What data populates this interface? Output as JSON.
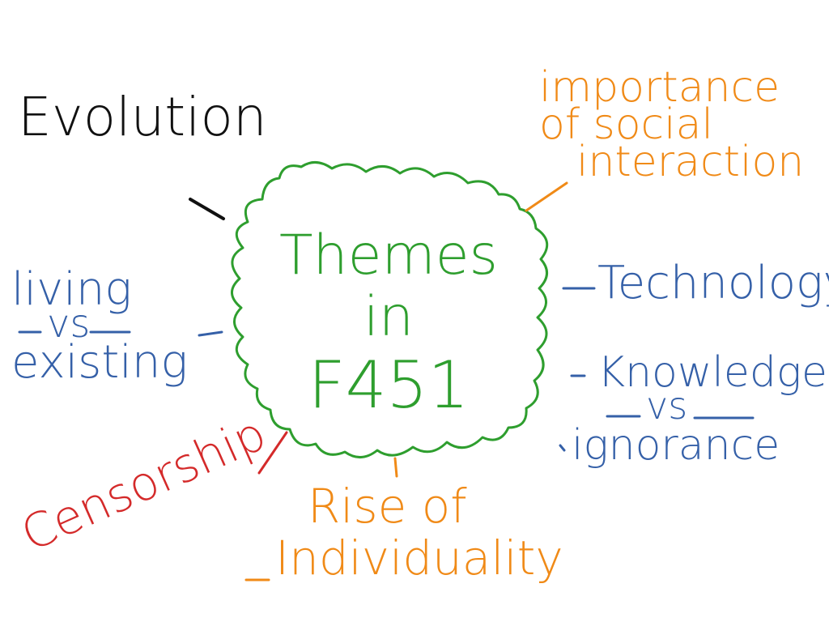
{
  "colors": {
    "cloud": "#2e9e2e",
    "black": "#111111",
    "orange": "#f08a17",
    "blue": "#3560a8",
    "red": "#d42a2a"
  },
  "center": {
    "line1": "Themes",
    "line2": "in",
    "line3": "F451"
  },
  "themes": {
    "evolution": "Evolution",
    "social_1": "importance",
    "social_2": "of social",
    "social_3": "interaction",
    "living_1": "living",
    "living_2": "vs",
    "living_3": "existing",
    "technology": "Technology",
    "knowledge_1": "Knowledge",
    "knowledge_2": "vs",
    "knowledge_3": "ignorance",
    "censorship": "Censorship",
    "individuality_1": "Rise of",
    "individuality_2": "Individuality"
  }
}
